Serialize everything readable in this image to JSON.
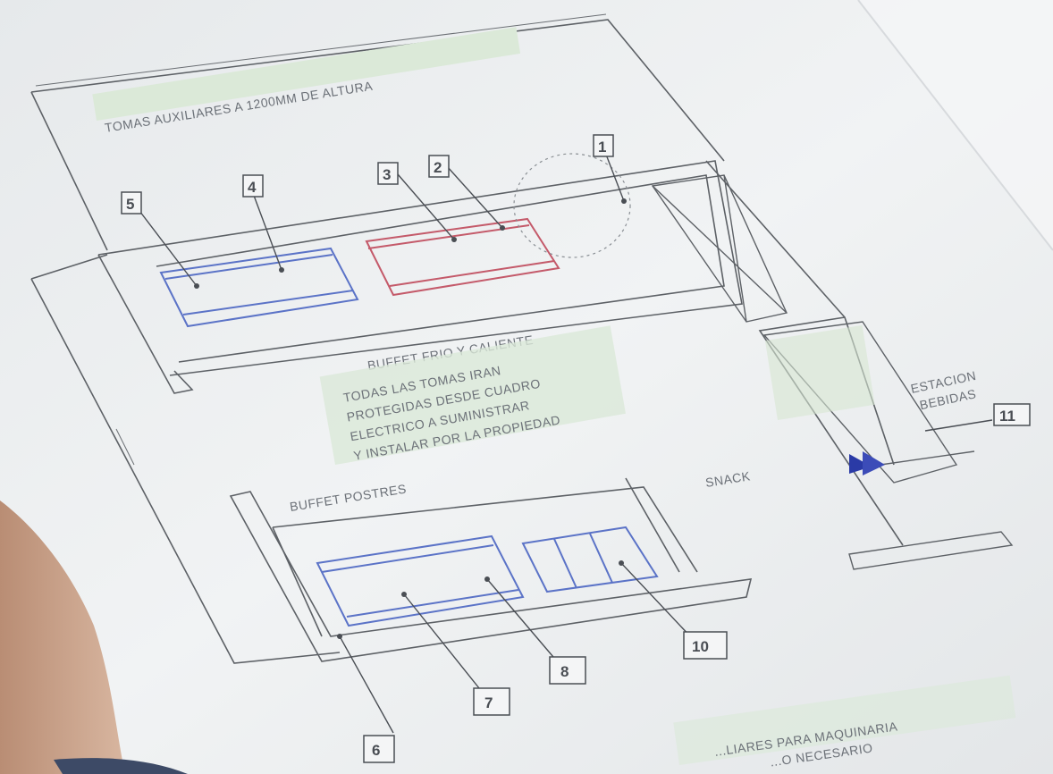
{
  "drawing": {
    "note_top": "TOMAS AUXILIARES A 1200MM DE ALTURA",
    "buffet_hot_cold": "BUFFET FRIO Y CALIENTE",
    "protection_note": [
      "TODAS LAS TOMAS IRAN",
      "PROTEGIDAS DESDE CUADRO",
      "ELECTRICO A SUMINISTRAR",
      "Y INSTALAR POR LA PROPIEDAD"
    ],
    "buffet_desserts": "BUFFET POSTRES",
    "snack": "SNACK",
    "drinks_station": [
      "ESTACION",
      "BEBIDAS"
    ],
    "callouts": [
      "1",
      "2",
      "3",
      "4",
      "5",
      "6",
      "7",
      "8",
      "10",
      "11"
    ],
    "bottom_note": [
      "...LIARES PARA MAQUINARIA",
      "...O NECESARIO"
    ],
    "colors": {
      "paper": "#eef0f1",
      "line": "#55595e",
      "blue": "#5b73c7",
      "red": "#c45a6a",
      "green_highlight": "#dbe9d8"
    }
  }
}
